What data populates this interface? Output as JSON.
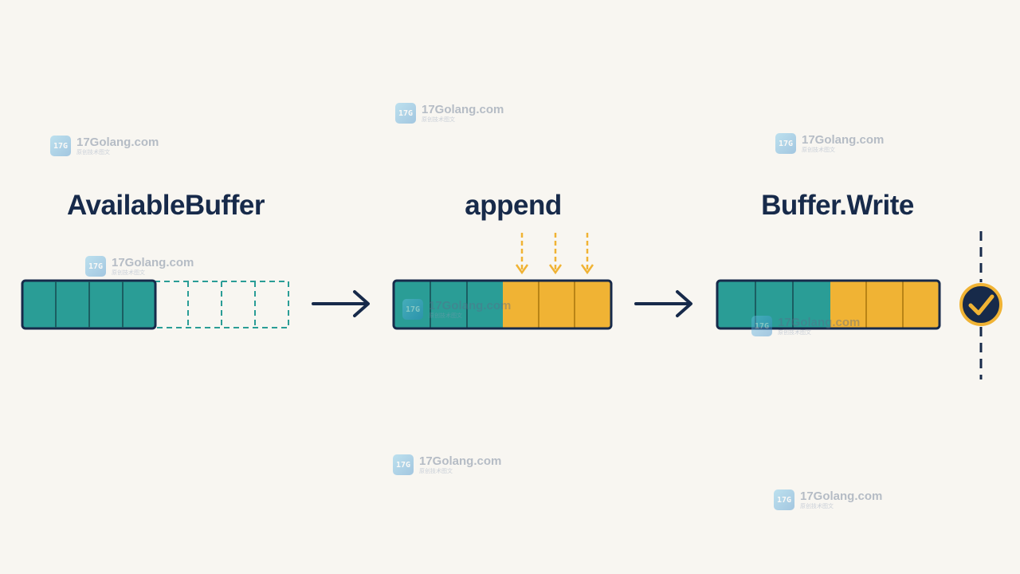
{
  "stages": [
    {
      "title": "AvailableBuffer",
      "filled_cells": 4,
      "empty_cells": 4
    },
    {
      "title": "append",
      "existing_cells": 3,
      "appended_cells": 3
    },
    {
      "title": "Buffer.Write",
      "existing_cells": 3,
      "written_cells": 3,
      "status": "check-icon"
    }
  ],
  "watermark": {
    "site": "17Golang.com",
    "subtitle": "原创技术图文",
    "logo_text": "17G"
  },
  "colors": {
    "background": "#f8f6f1",
    "teal": "#2a9d96",
    "amber": "#f0b334",
    "navy": "#172a4a"
  }
}
